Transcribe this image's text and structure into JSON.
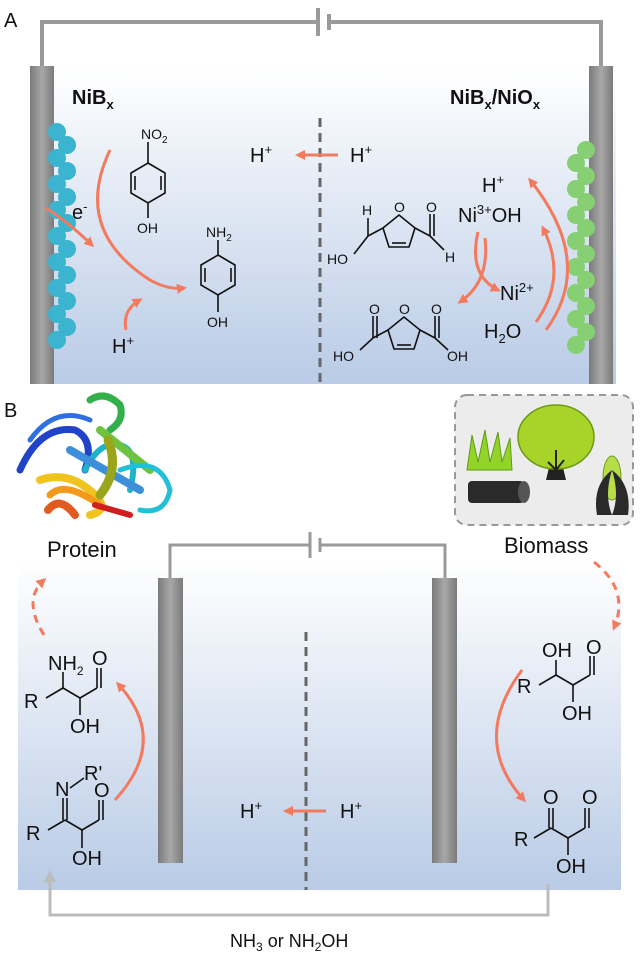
{
  "panel_a": {
    "letter": "A",
    "cathode_label": "NiB",
    "cathode_sub": "x",
    "anode_label": "NiB",
    "anode_sub1": "x",
    "anode_mid": "/NiO",
    "anode_sub2": "x",
    "electron": "e",
    "electron_sup": "-",
    "proton": "H",
    "proton_sup": "+",
    "nitro": "NO",
    "nitro_sub": "2",
    "oh": "OH",
    "amine": "NH",
    "amine_sub": "2",
    "hmf_ho": "HO",
    "hmf_h": "H",
    "ni3": "Ni",
    "ni3_sup": "3+",
    "ni3_oh": "OH",
    "ni2": "Ni",
    "ni2_sup": "2+",
    "water": "H",
    "water_sub": "2",
    "water_o": "O",
    "fdca_ho": "HO",
    "fdca_oh": "OH"
  },
  "panel_b": {
    "letter": "B",
    "protein": "Protein",
    "biomass": "Biomass",
    "amino_nh": "NH",
    "amino_sub": "2",
    "r": "R",
    "r_prime": "R'",
    "n": "N",
    "o": "O",
    "oh": "OH",
    "proton": "H",
    "proton_sup": "+",
    "bottom_label_nh": "NH",
    "bottom_label_sub": "3",
    "bottom_label_or": " or NH",
    "bottom_label_sub2": "2",
    "bottom_label_oh": "OH"
  },
  "colors": {
    "electrode": "#8c8c8c",
    "arrow": "#f47a5e",
    "cathode_bead": "#3bb4cf",
    "anode_bead": "#86cf72",
    "wire": "#9a9a9a",
    "feed": "#bcbcbc"
  }
}
